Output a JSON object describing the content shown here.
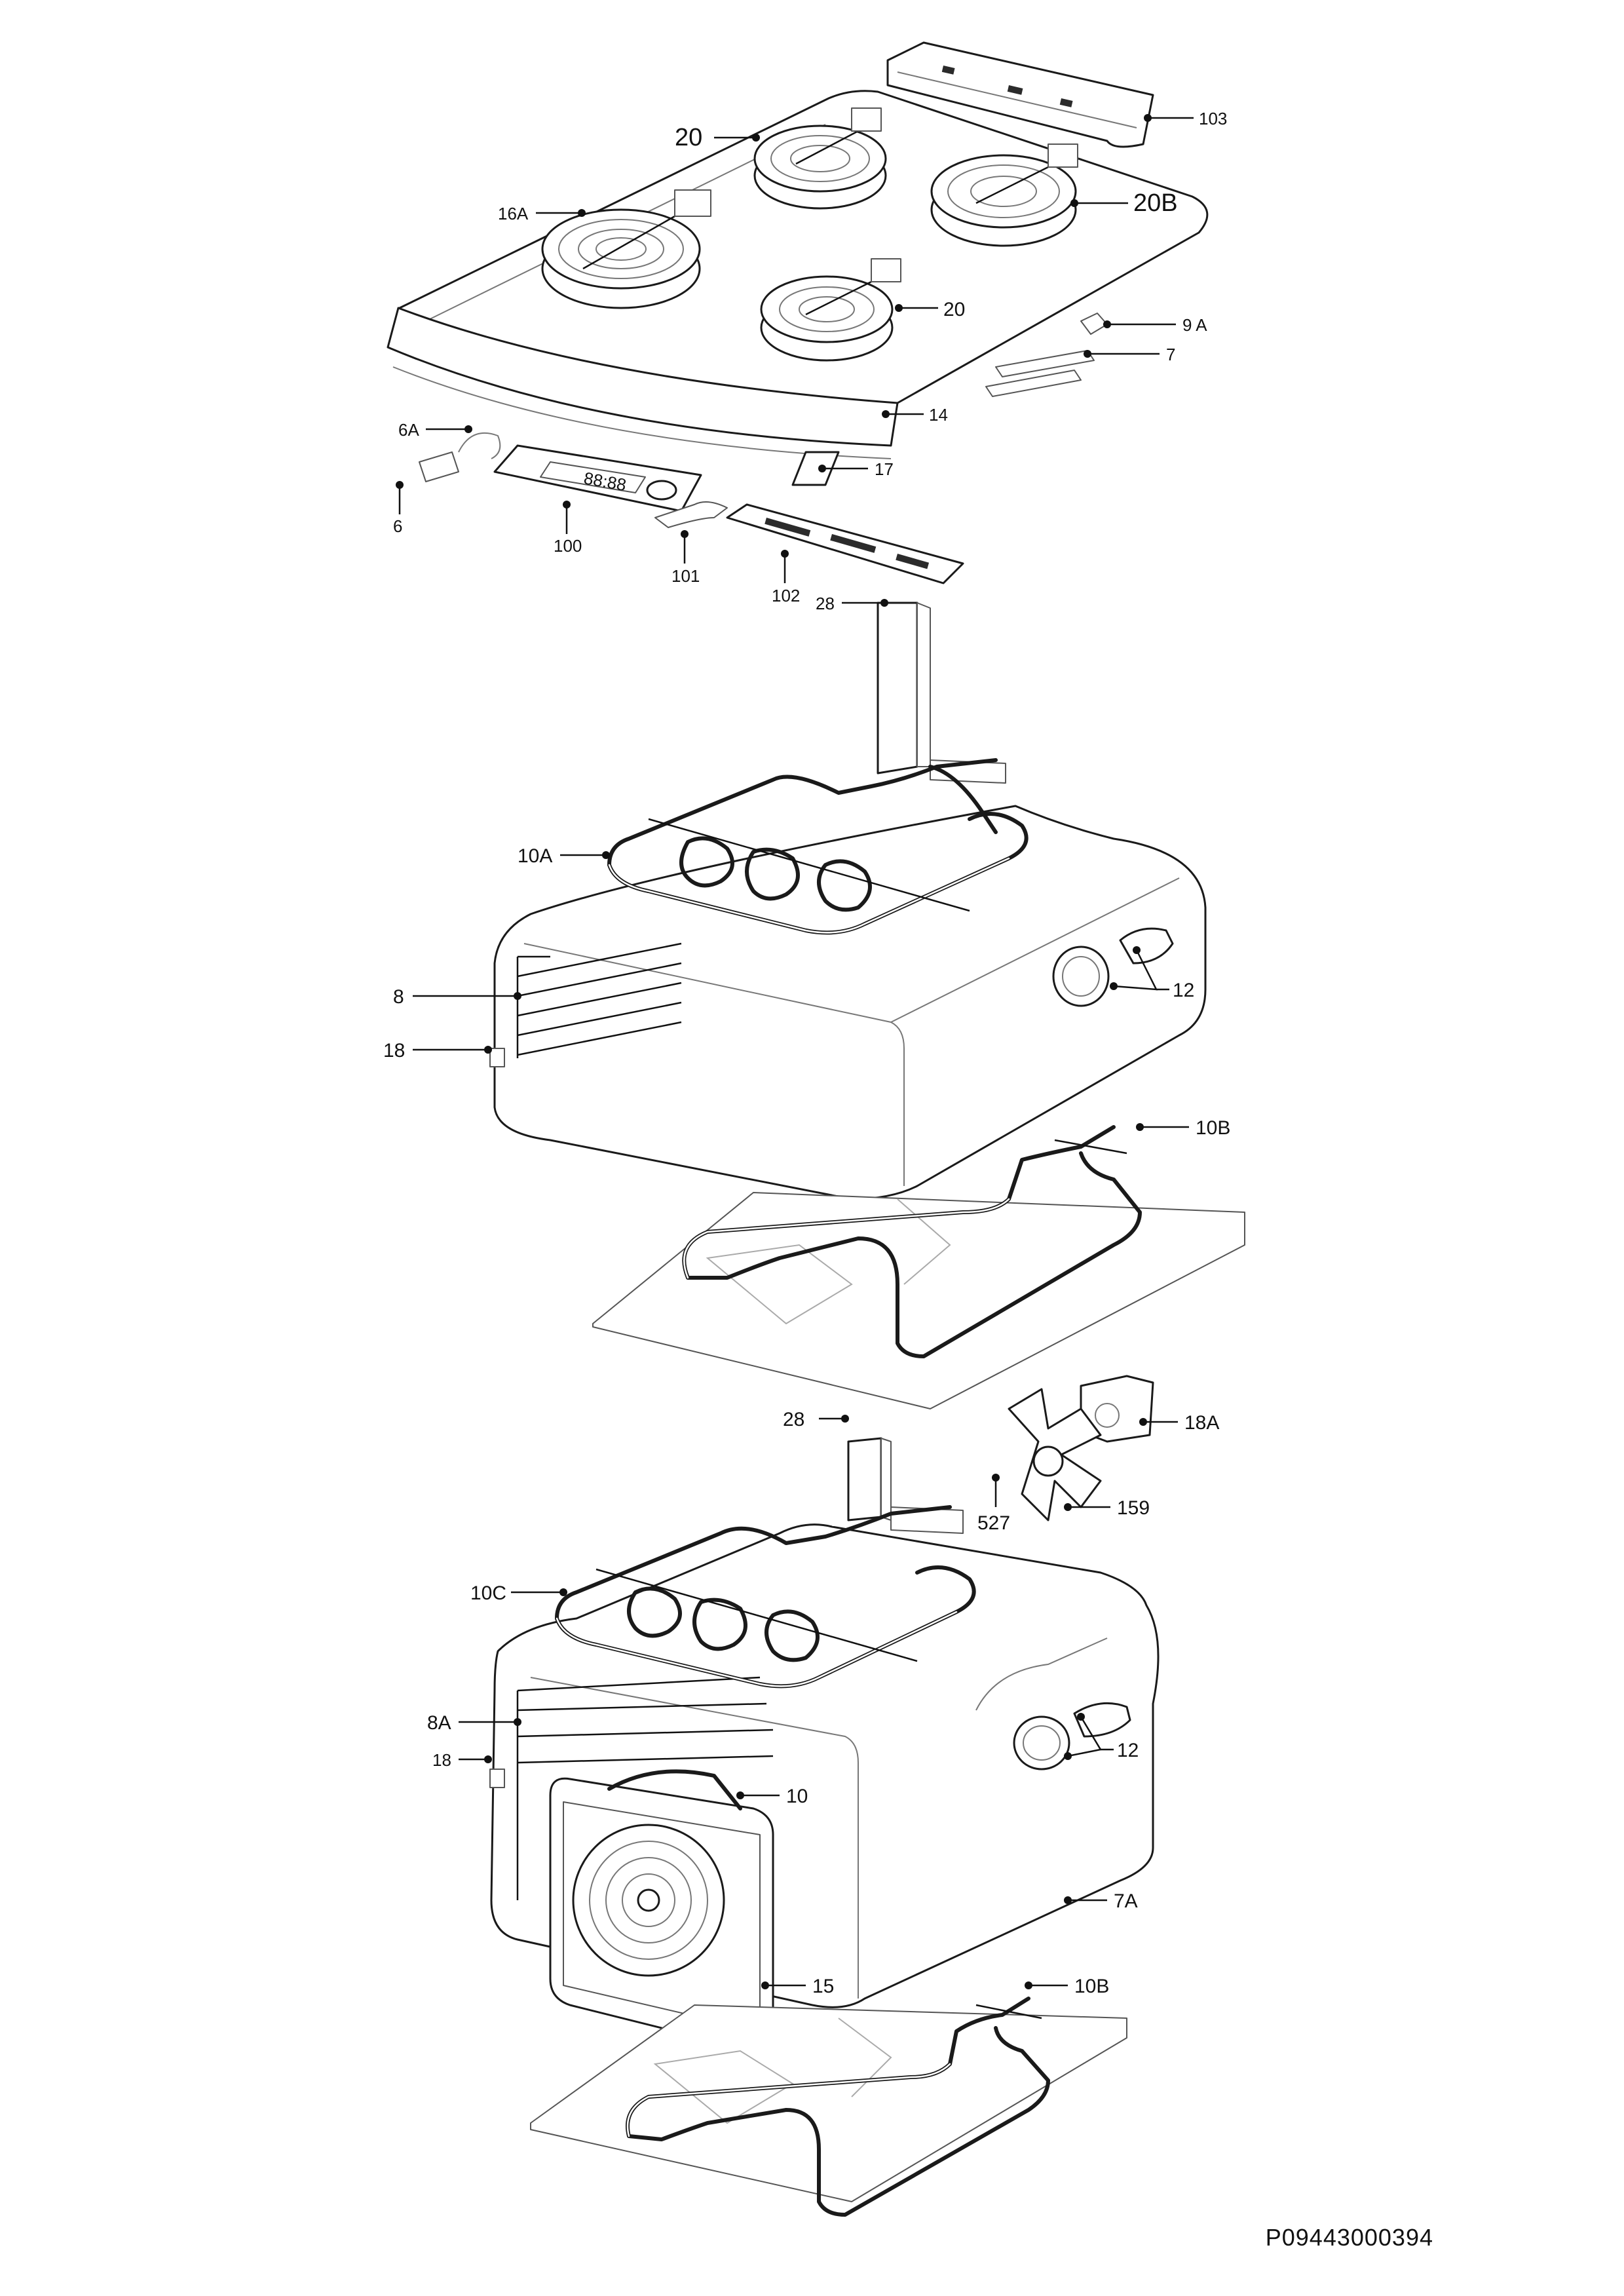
{
  "diagram": {
    "type": "exploded-parts-view",
    "drawing_code": "P09443000394",
    "callouts": {
      "c103": "103",
      "c20_top": "20",
      "c16A": "16A",
      "c20B": "20B",
      "c20_mid": "20",
      "c9A": "9 A",
      "c7": "7",
      "c14": "14",
      "c6A": "6A",
      "c6": "6",
      "c17": "17",
      "c100": "100",
      "c101": "101",
      "c102": "102",
      "c28_top": "28",
      "c10A": "10A",
      "c8": "8",
      "c12_top": "12",
      "c18_top": "18",
      "c10B_top": "10B",
      "c28_bot": "28",
      "c18A": "18A",
      "c527": "527",
      "c159": "159",
      "c10C": "10C",
      "c8A": "8A",
      "c18_bot": "18",
      "c12_bot": "12",
      "c10": "10",
      "c7A": "7A",
      "c15": "15",
      "c10B_bot": "10B"
    },
    "display_value": "88:88"
  }
}
